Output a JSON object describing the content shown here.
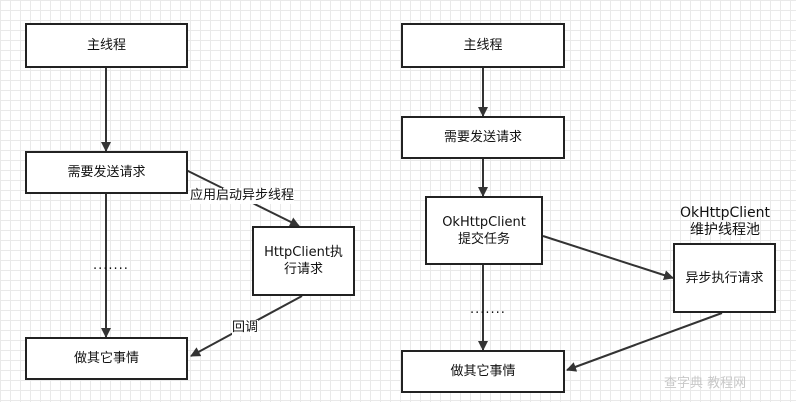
{
  "left": {
    "main_thread": "主线程",
    "send_request": "需要发送请求",
    "async_label": "应用启动异步线程",
    "httpclient_line1": "HttpClient执",
    "httpclient_line2": "行请求",
    "dots": ".......",
    "callback_label": "回调",
    "do_other": "做其它事情"
  },
  "right": {
    "main_thread": "主线程",
    "send_request": "需要发送请求",
    "okhttp_line1": "OkHttpClient",
    "okhttp_line2": "提交任务",
    "pool_line1": "OkHttpClient",
    "pool_line2": "维护线程池",
    "async_exec": "异步执行请求",
    "dots": ".......",
    "do_other": "做其它事情"
  },
  "watermark": "查字典 教程网",
  "colors": {
    "stroke": "#333333",
    "grid": "#e9e9e9"
  }
}
